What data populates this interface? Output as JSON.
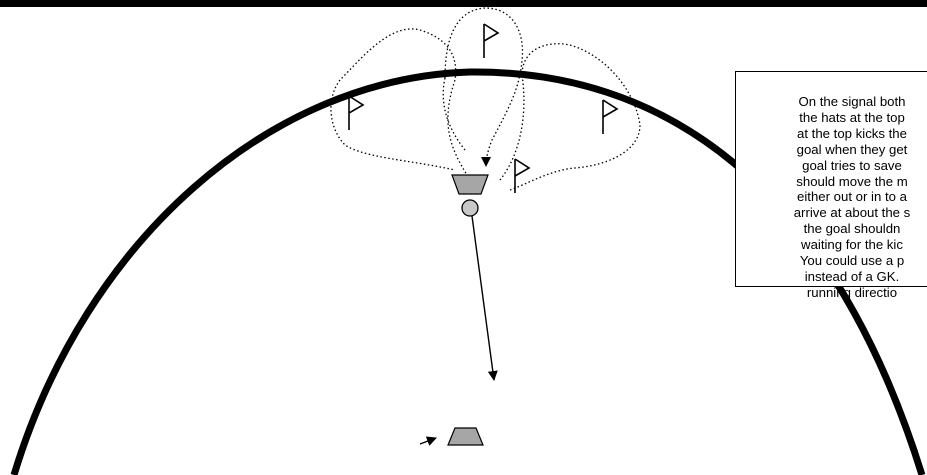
{
  "colors": {
    "background": "#ffffff",
    "ink": "#000000",
    "cone_fill": "#a6a6a6",
    "ball_fill": "#c8c8c8"
  },
  "icons": {
    "flags": "flag-icon",
    "cones": "cone-marker-icon",
    "ball": "ball-icon"
  },
  "instructions": {
    "lines": [
      "On the signal both",
      "the hats at the top",
      "at the top kicks the",
      "goal when they get",
      "goal tries to save",
      "should move the m",
      "either out or in to a",
      "arrive at about the s",
      "the goal shouldn",
      "waiting for the kic",
      "You could use a p",
      "instead of a GK.",
      "running directio"
    ]
  }
}
